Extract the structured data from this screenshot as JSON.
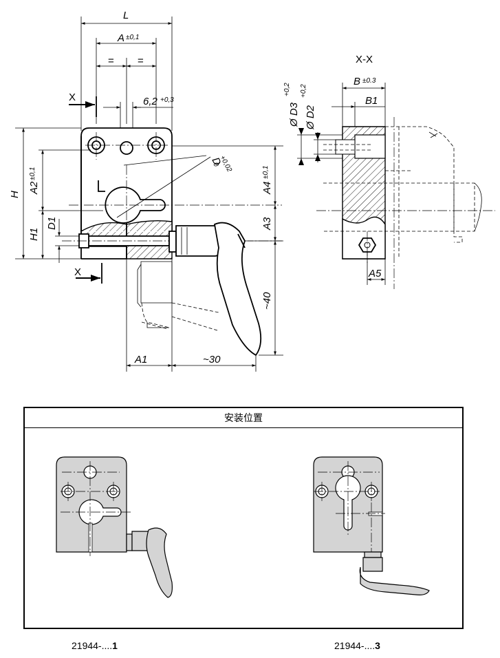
{
  "dimensions": {
    "L": "L",
    "A": "A",
    "A_tol": "±0,1",
    "equal": "=",
    "six_two": "6,2",
    "six_two_tol": "+0,3",
    "section_marker": "X",
    "H": "H",
    "A2": "A2",
    "A2_tol": "±0,1",
    "H1": "H1",
    "D1": "D1",
    "D": "D",
    "D_tol_upper": "+0,02",
    "D_tol_lower": "0",
    "A4": "A4",
    "A4_tol": "±0,1",
    "A3": "A3",
    "approx_40": "~40",
    "A1": "A1",
    "approx_30": "~30"
  },
  "section": {
    "title": "X-X",
    "B": "B",
    "B_tol": "±0.3",
    "B1": "B1",
    "D3": "Ø D3",
    "D3_tol": "+0,2",
    "D2": "Ø D2",
    "D2_tol": "+0,2",
    "A5": "A5"
  },
  "install": {
    "title": "安装位置",
    "caption_1_prefix": "21944-....",
    "caption_1_suffix": "1",
    "caption_3_prefix": "21944-....",
    "caption_3_suffix": "3"
  }
}
